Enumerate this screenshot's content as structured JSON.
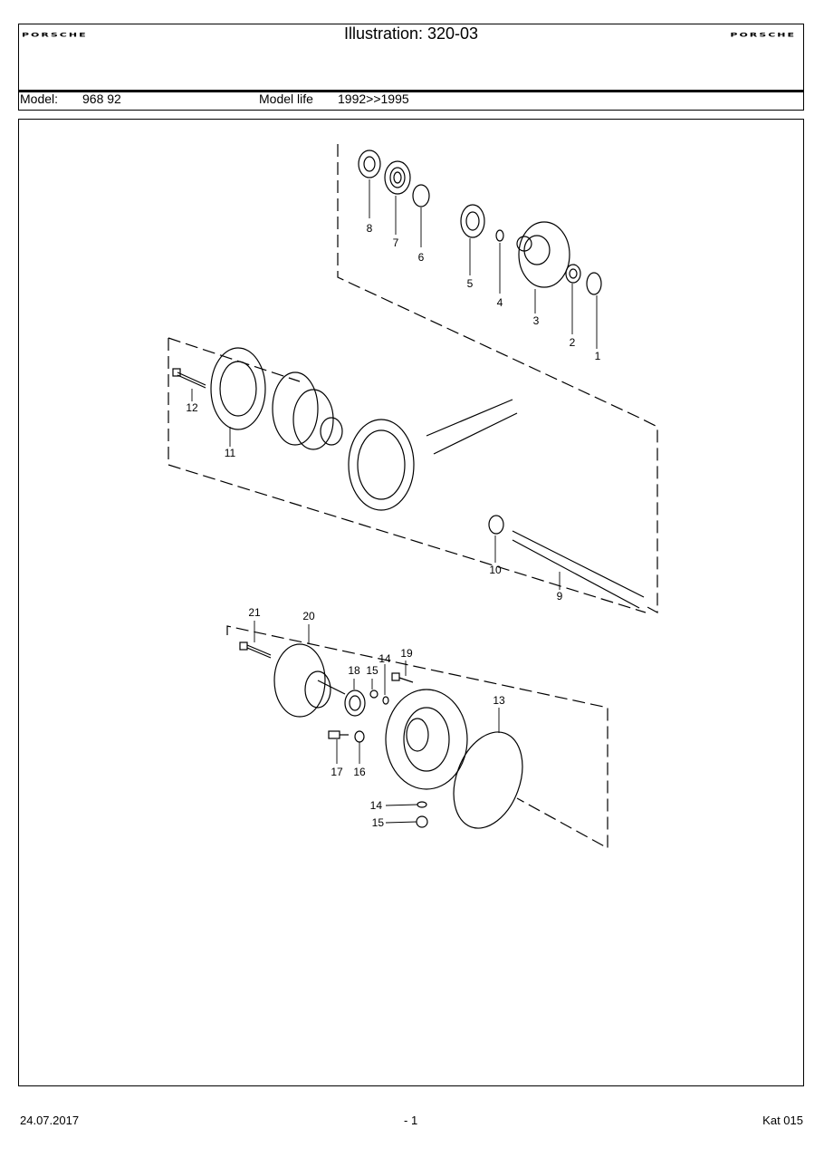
{
  "header": {
    "logo_left": "PORSCHE",
    "logo_right": "PORSCHE",
    "title": "Illustration: 320-03",
    "model_label": "Model:",
    "model_value": "968 92",
    "model_life_label": "Model life",
    "model_life_value": "1992>>1995"
  },
  "diagram": {
    "callouts": [
      "1",
      "2",
      "3",
      "4",
      "5",
      "6",
      "7",
      "8",
      "9",
      "10",
      "11",
      "12",
      "13",
      "14",
      "15",
      "16",
      "17",
      "18",
      "19",
      "20",
      "21",
      "14",
      "15"
    ]
  },
  "footer": {
    "date": "24.07.2017",
    "page": "- 1",
    "catalog": "Kat 015"
  }
}
